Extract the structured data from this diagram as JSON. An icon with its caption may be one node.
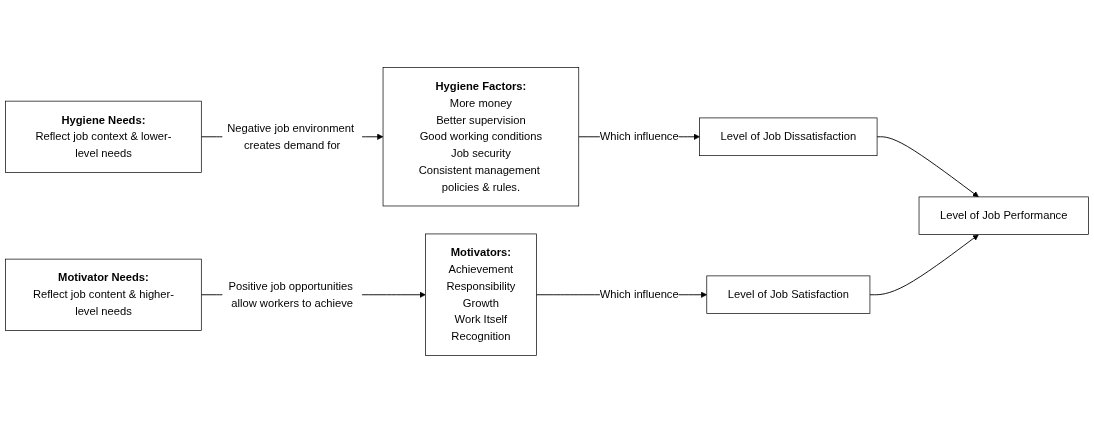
{
  "diagram": {
    "nodes": [
      {
        "text": [
          "Hygiene Needs:",
          "Reflect job context & lower-level needs"
        ]
      },
      {
        "text": [
          "Hygiene Factors:",
          "More money",
          "Better supervision",
          "Good working conditions",
          "Job security",
          "Consistent management policies & rules."
        ]
      },
      {
        "text": [
          "Level of Job Dissatisfaction"
        ]
      },
      {
        "text": [
          "Level of Job Performance"
        ]
      },
      {
        "text": [
          "Motivator Needs:",
          "Reflect job content & higher-level needs"
        ]
      },
      {
        "text": [
          "Motivators:",
          "Achievement",
          "Responsibility",
          "Growth",
          "Work Itself",
          "Recognition"
        ]
      },
      {
        "text": [
          "Level of Job Satisfaction"
        ]
      }
    ],
    "edges": [
      {
        "from": 0,
        "to": 1,
        "arrow": "to",
        "label": "Negative job environment creates demand for"
      },
      {
        "from": 1,
        "to": 2,
        "arrow": "to",
        "label": "Which influence"
      },
      {
        "from": 2,
        "to": 3,
        "arrow": "to"
      },
      {
        "from": 4,
        "to": 5,
        "arrow": "to",
        "label": "Positive job opportunities allow workers to achieve"
      },
      {
        "from": 5,
        "to": 6,
        "arrow": "to",
        "label": "Which influence"
      },
      {
        "from": 6,
        "to": 3,
        "arrow": "to"
      }
    ]
  }
}
